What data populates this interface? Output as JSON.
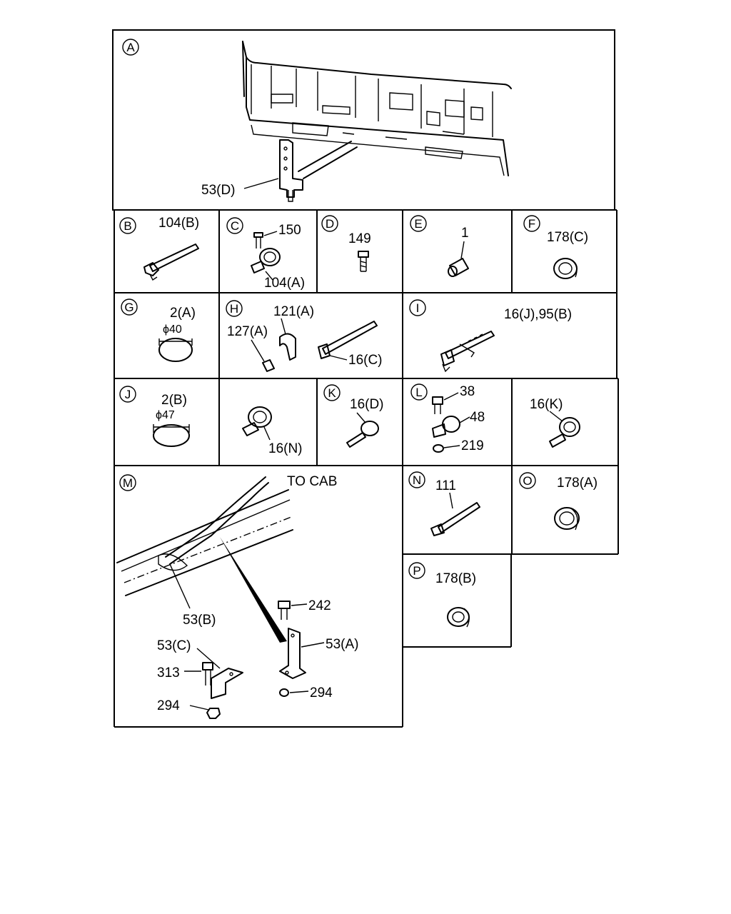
{
  "panels": {
    "A": {
      "letter": "A",
      "labels": [
        "53(D)"
      ]
    },
    "B": {
      "letter": "B",
      "labels": [
        "104(B)"
      ]
    },
    "C": {
      "letter": "C",
      "labels": [
        "150",
        "104(A)"
      ]
    },
    "D": {
      "letter": "D",
      "labels": [
        "149"
      ]
    },
    "E": {
      "letter": "E",
      "labels": [
        "1"
      ]
    },
    "F": {
      "letter": "F",
      "labels": [
        "178(C)"
      ]
    },
    "G": {
      "letter": "G",
      "labels": [
        "2(A)",
        "ϕ40"
      ]
    },
    "H": {
      "letter": "H",
      "labels": [
        "121(A)",
        "127(A)",
        "16(C)"
      ]
    },
    "I": {
      "letter": "I",
      "labels": [
        "16(J),95(B)"
      ]
    },
    "J": {
      "letter": "J",
      "labels": [
        "2(B)",
        "ϕ47"
      ]
    },
    "blank": {
      "labels": [
        "16(N)"
      ]
    },
    "K": {
      "letter": "K",
      "labels": [
        "16(D)"
      ]
    },
    "L": {
      "letter": "L",
      "labels": [
        "38",
        "48",
        "219"
      ]
    },
    "Lright": {
      "labels": [
        "16(K)"
      ]
    },
    "M": {
      "letter": "M",
      "labels": [
        "TO CAB",
        "53(B)",
        "242",
        "53(A)",
        "53(C)",
        "313",
        "294",
        "294"
      ]
    },
    "N": {
      "letter": "N",
      "labels": [
        "111"
      ]
    },
    "O": {
      "letter": "O",
      "labels": [
        "178(A)"
      ]
    },
    "P": {
      "letter": "P",
      "labels": [
        "178(B)"
      ]
    }
  }
}
